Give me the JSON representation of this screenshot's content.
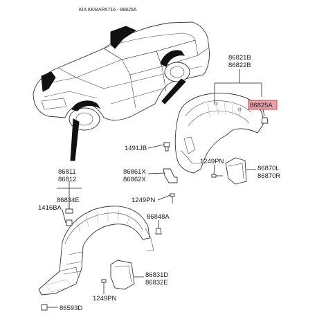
{
  "header": {
    "text": "KIA KKMAPA716 - 86825A"
  },
  "colors": {
    "highlight_fill": "#e8a3a8",
    "highlight_stroke": "#d11a2a",
    "line": "#222222"
  },
  "labels": {
    "p86821B": "86821B",
    "p86822B": "86822B",
    "p86825A": "86825A",
    "p1491JB": "1491JB",
    "p86861X": "86861X",
    "p86862X": "86862X",
    "p1249PN_a": "1249PN",
    "p86870L": "86870L",
    "p86870R": "86870R",
    "p1249PN_b": "1249PN",
    "p86811": "86811",
    "p86812": "86812",
    "p86834E": "86834E",
    "p1416BA": "1416BA",
    "p86848A": "86848A",
    "p86831D": "86831D",
    "p86832E": "86832E",
    "p1249PN_c": "1249PN",
    "p86593D": "86593D"
  }
}
